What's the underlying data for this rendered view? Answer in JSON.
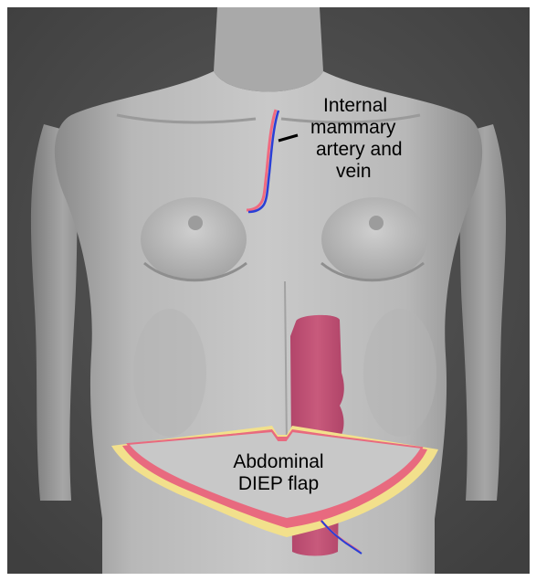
{
  "labels": {
    "vessels": [
      "Internal",
      "mammary",
      "artery and",
      "vein"
    ],
    "flap": [
      "Abdominal",
      "DIEP flap"
    ]
  },
  "colors": {
    "background": "#4d4d4d",
    "skin_light": "#d2d2d2",
    "skin_mid": "#a9a9a9",
    "skin_shadow": "#7c7c7c",
    "muscle": "#c45476",
    "flap_fill": "#c8c8c8",
    "flap_outline": "#e86a7f",
    "fat_layer": "#f2e08c",
    "artery": "#f06a80",
    "vein": "#2a3fd6",
    "leader_line": "#000000"
  }
}
